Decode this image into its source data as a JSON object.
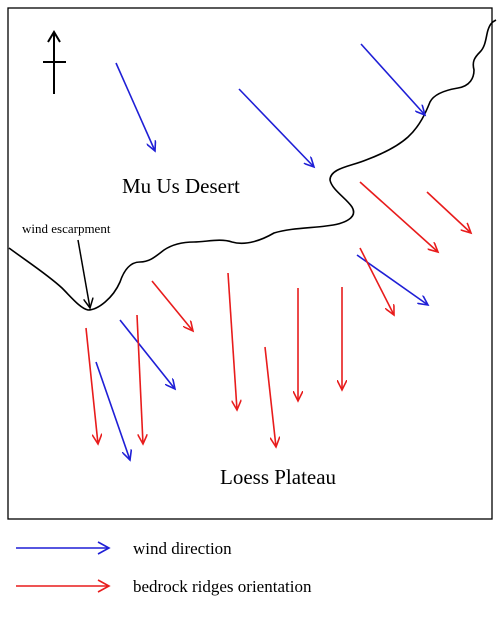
{
  "labels": {
    "desert": "Mu Us Desert",
    "plateau": "Loess Plateau",
    "escarpment": "wind escarpment"
  },
  "legend": {
    "wind": "wind direction",
    "ridges": "bedrock ridges orientation"
  },
  "colors": {
    "wind": "#1f1fd6",
    "ridges": "#e81c1c",
    "boundary": "#000000"
  },
  "icons": {
    "north": "north-arrow-icon"
  }
}
